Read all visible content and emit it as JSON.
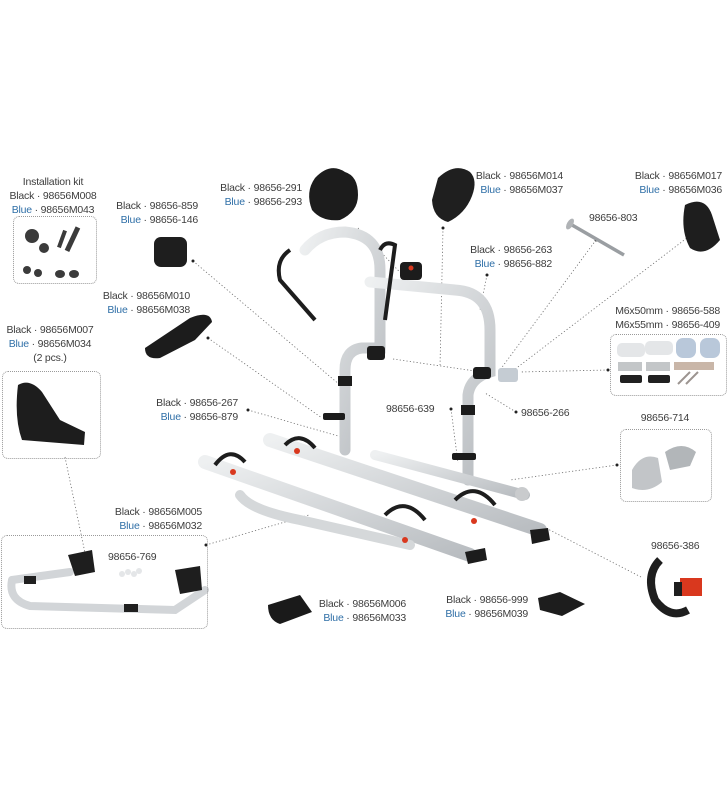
{
  "title": "Bike carrier spare parts diagram",
  "colors": {
    "text": "#3d3d3d",
    "blue_label": "#2f6fa7",
    "aluminium": "#d8dadc",
    "black_part": "#1c1c1c",
    "strap_red": "#d9381e",
    "grey_cap": "#c9cbcd"
  },
  "parts": {
    "installation_kit": {
      "title": "Installation kit",
      "black_label": "Black",
      "black_code": "98656M008",
      "blue_label": "Blue",
      "blue_code": "98656M043"
    },
    "sleeve": {
      "black_label": "Black",
      "black_code": "98656-859",
      "blue_label": "Blue",
      "blue_code": "98656-146"
    },
    "knob_star": {
      "black_label": "Black",
      "black_code": "98656-291",
      "blue_label": "Blue",
      "blue_code": "98656-293"
    },
    "knob_lock": {
      "black_label": "Black",
      "black_code": "98656M014",
      "blue_label": "Blue",
      "blue_code": "98656M037"
    },
    "bolt": {
      "code": "98656-803"
    },
    "ratchet": {
      "black_label": "Black",
      "black_code": "98656M017",
      "blue_label": "Blue",
      "blue_code": "98656M036"
    },
    "arm_clamp": {
      "black_label": "Black",
      "black_code": "98656-263",
      "blue_label": "Blue",
      "blue_code": "98656-882"
    },
    "holder": {
      "black_label": "Black",
      "black_code": "98656M010",
      "blue_label": "Blue",
      "blue_code": "98656M038"
    },
    "wheel_chock": {
      "black_label": "Black",
      "black_code": "98656M007",
      "blue_label": "Blue",
      "blue_code": "98656M034",
      "qty": "(2 pcs.)"
    },
    "mount_set": {
      "line1": "M6x50mm · 98656-588",
      "line2": "M6x55mm · 98656-409"
    },
    "foot_rest": {
      "black_label": "Black",
      "black_code": "98656-267",
      "blue_label": "Blue",
      "blue_code": "98656-879"
    },
    "rail": {
      "code": "98656-639"
    },
    "arm_joint": {
      "code": "98656-266"
    },
    "end_caps": {
      "code": "98656-714"
    },
    "frame": {
      "black_label": "Black",
      "black_code": "98656M005",
      "blue_label": "Blue",
      "blue_code": "98656M032"
    },
    "frame_caps": {
      "code": "98656-769"
    },
    "tube_end": {
      "black_label": "Black",
      "black_code": "98656M006",
      "blue_label": "Blue",
      "blue_code": "98656M033"
    },
    "rail_end": {
      "black_label": "Black",
      "black_code": "98656-999",
      "blue_label": "Blue",
      "blue_code": "98656M039"
    },
    "strap": {
      "code": "98656-386"
    }
  },
  "separator": " · "
}
